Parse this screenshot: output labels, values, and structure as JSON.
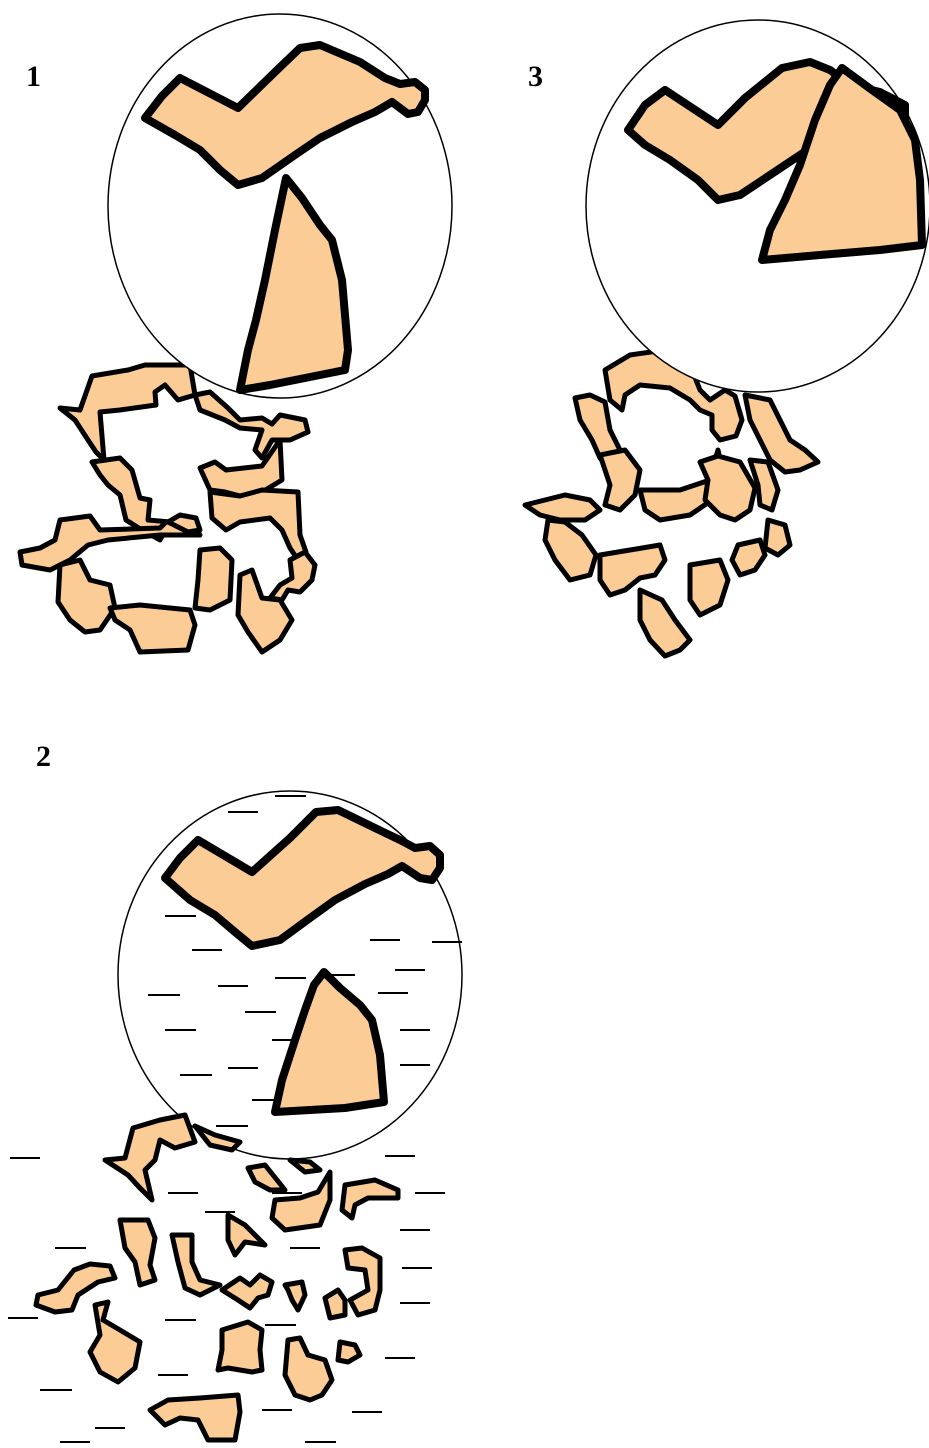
{
  "panels": [
    {
      "id": "panel-1",
      "label": "1"
    },
    {
      "id": "panel-3",
      "label": "3"
    },
    {
      "id": "panel-2",
      "label": "2"
    }
  ],
  "colors": {
    "fragment_fill": "#fccc96",
    "outline": "#000000",
    "background": "#ffffff"
  }
}
